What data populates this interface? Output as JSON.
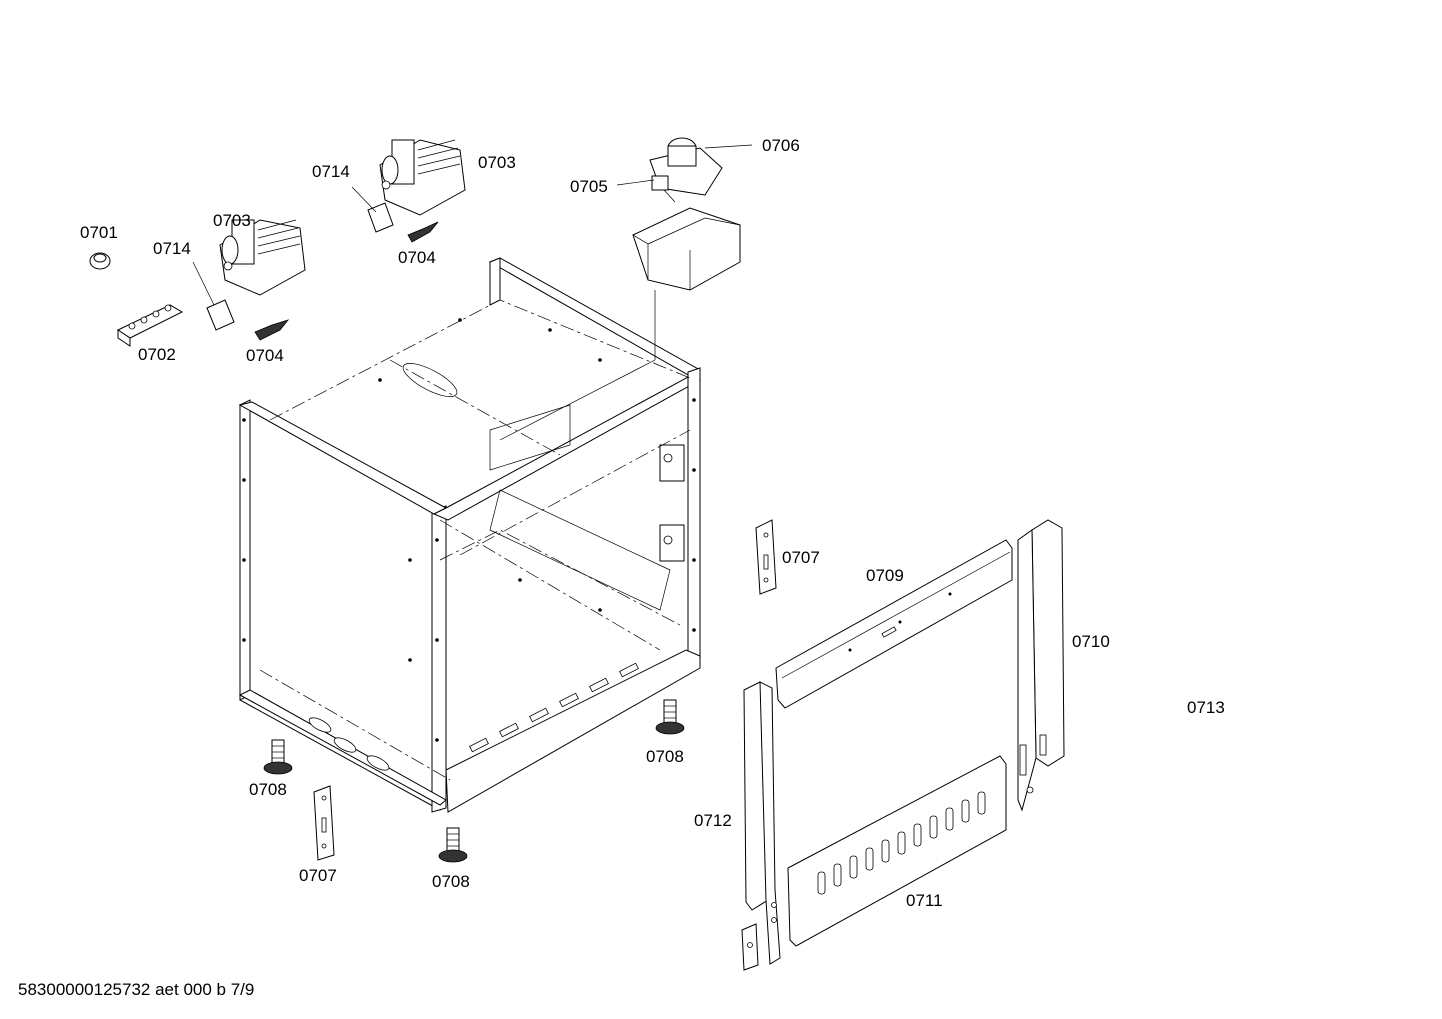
{
  "diagram": {
    "labels": {
      "p0701": "0701",
      "p0702": "0702",
      "p0703a": "0703",
      "p0703b": "0703",
      "p0704a": "0704",
      "p0704b": "0704",
      "p0705": "0705",
      "p0706": "0706",
      "p0707a": "0707",
      "p0707b": "0707",
      "p0708a": "0708",
      "p0708b": "0708",
      "p0708c": "0708",
      "p0709": "0709",
      "p0710": "0710",
      "p0711": "0711",
      "p0712": "0712",
      "p0713": "0713",
      "p0714a": "0714",
      "p0714b": "0714"
    },
    "footer": "58300000125732 aet 000 b 7/9"
  }
}
